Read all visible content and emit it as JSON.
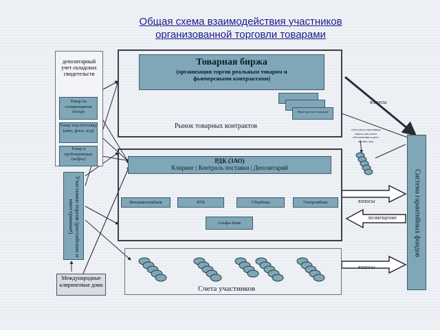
{
  "title": {
    "line1": "Общая схема взаимодействия участников",
    "line2": "организованной торговли товарами"
  },
  "depository": {
    "text": "депозитарный учет складских свидетельств",
    "items": [
      "Товар на стационарном складе",
      "Товар под поставку (авто, флот, ж/д)",
      "Товар в трубопроводах (нефть)"
    ]
  },
  "participants_vertical": "Участники торгов (российские и иностранные)",
  "intl_clearing": "Международные клиринговые дома",
  "exchange": {
    "title": "Товарная биржа",
    "subtitle": "(организация торгов реальным товаром и фьючерсными контрактами)",
    "mini_label": "Иные торговые площадки",
    "market_label": "Рынок товарных контрактов"
  },
  "rdk": {
    "title": "РДК (ЗАО)",
    "subtitle": "Клиринг | Контроль поставки | Депозитарий"
  },
  "banks": [
    "Внешэкономбанк",
    "ВТБ",
    "Сбербанк",
    "Газпромбанк",
    "Альфа-Банк"
  ],
  "accounts_label": "Счета участников",
  "guarantee_fund": "Система гарантийных фондов",
  "arrows": {
    "vznosy1": "взносы",
    "vznosy2": "взносы",
    "vozmeschenie": "возмещение",
    "vznosy3": "взносы"
  },
  "account_note": "счета депо участников торгов для учета обеспечения и депо прочих лиц"
}
